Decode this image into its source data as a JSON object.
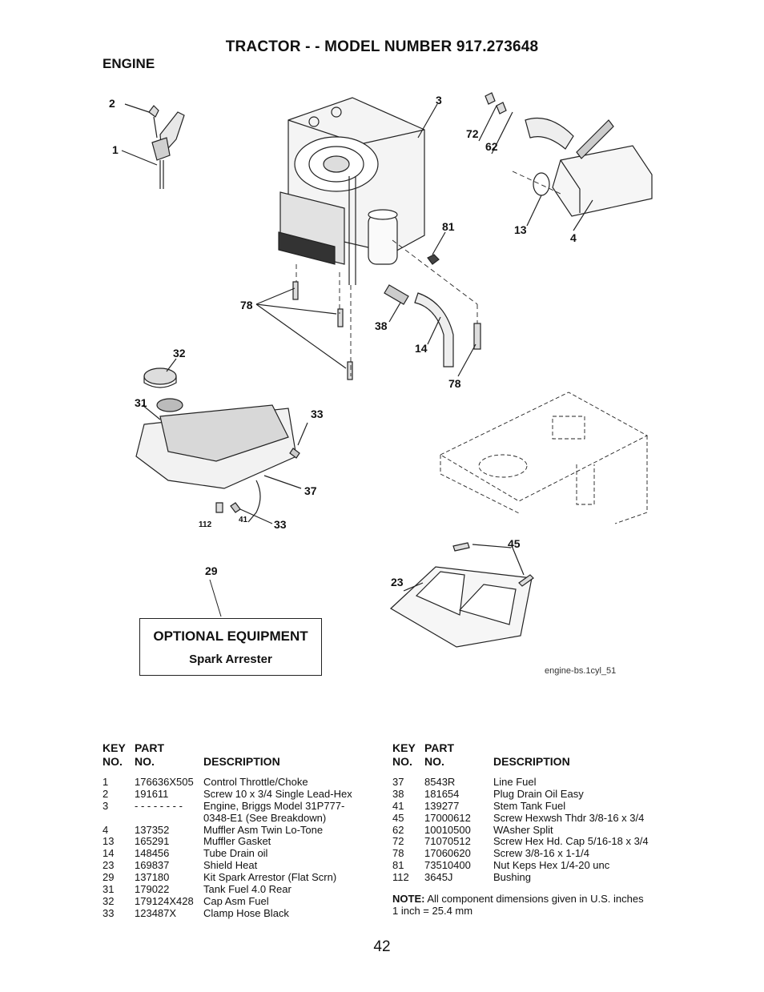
{
  "header": {
    "title": "TRACTOR - - MODEL NUMBER 917.273648",
    "section": "ENGINE"
  },
  "callouts": [
    {
      "id": "c1",
      "text": "1"
    },
    {
      "id": "c2",
      "text": "2"
    },
    {
      "id": "c3",
      "text": "3"
    },
    {
      "id": "c72",
      "text": "72"
    },
    {
      "id": "c62",
      "text": "62"
    },
    {
      "id": "c81",
      "text": "81"
    },
    {
      "id": "c13",
      "text": "13"
    },
    {
      "id": "c4",
      "text": "4"
    },
    {
      "id": "c78a",
      "text": "78"
    },
    {
      "id": "c38",
      "text": "38"
    },
    {
      "id": "c14",
      "text": "14"
    },
    {
      "id": "c78b",
      "text": "78"
    },
    {
      "id": "c32",
      "text": "32"
    },
    {
      "id": "c31",
      "text": "31"
    },
    {
      "id": "c33a",
      "text": "33"
    },
    {
      "id": "c37",
      "text": "37"
    },
    {
      "id": "c112",
      "text": "112"
    },
    {
      "id": "c41",
      "text": "41"
    },
    {
      "id": "c33b",
      "text": "33"
    },
    {
      "id": "c29",
      "text": "29"
    },
    {
      "id": "c45",
      "text": "45"
    },
    {
      "id": "c23",
      "text": "23"
    }
  ],
  "optional": {
    "title": "OPTIONAL EQUIPMENT",
    "item": "Spark Arrester"
  },
  "figure_id": "engine-bs.1cyl_51",
  "table_headers": {
    "key_line1": "KEY",
    "key_line2": "NO.",
    "part_line1": "PART",
    "part_line2": "NO.",
    "description": "DESCRIPTION"
  },
  "parts_left": [
    {
      "key": "1",
      "part": "176636X505",
      "desc": "Control Throttle/Choke"
    },
    {
      "key": "2",
      "part": "191611",
      "desc": "Screw 10 x 3/4 Single Lead-Hex"
    },
    {
      "key": "3",
      "part": "- - - - - - - -",
      "desc": "Engine, Briggs Model 31P777-"
    },
    {
      "key": "",
      "part": "",
      "desc": "0348-E1 (See Breakdown)"
    },
    {
      "key": "4",
      "part": "137352",
      "desc": "Muffler Asm Twin Lo-Tone"
    },
    {
      "key": "13",
      "part": "165291",
      "desc": "Muffler Gasket"
    },
    {
      "key": "14",
      "part": "148456",
      "desc": "Tube Drain oil"
    },
    {
      "key": "23",
      "part": "169837",
      "desc": "Shield Heat"
    },
    {
      "key": "29",
      "part": "137180",
      "desc": "Kit Spark Arrestor (Flat Scrn)"
    },
    {
      "key": "31",
      "part": "179022",
      "desc": "Tank Fuel 4.0 Rear"
    },
    {
      "key": "32",
      "part": "179124X428",
      "desc": "Cap Asm Fuel"
    },
    {
      "key": "33",
      "part": "123487X",
      "desc": "Clamp Hose Black"
    }
  ],
  "parts_right": [
    {
      "key": "37",
      "part": "8543R",
      "desc": "Line Fuel"
    },
    {
      "key": "38",
      "part": "181654",
      "desc": "Plug Drain Oil Easy"
    },
    {
      "key": "41",
      "part": "139277",
      "desc": "Stem Tank Fuel"
    },
    {
      "key": "45",
      "part": "17000612",
      "desc": "Screw Hexwsh Thdr 3/8-16 x 3/4"
    },
    {
      "key": "62",
      "part": "10010500",
      "desc": "WAsher Split"
    },
    {
      "key": "72",
      "part": "71070512",
      "desc": "Screw Hex Hd. Cap 5/16-18 x 3/4"
    },
    {
      "key": "78",
      "part": "17060620",
      "desc": "Screw 3/8-16 x 1-1/4"
    },
    {
      "key": "81",
      "part": "73510400",
      "desc": "Nut Keps Hex 1/4-20 unc"
    },
    {
      "key": "112",
      "part": "3645J",
      "desc": "Bushing"
    }
  ],
  "note": {
    "label": "NOTE:",
    "text": "All component dimensions given in U.S. inches 1 inch = 25.4 mm"
  },
  "page_number": "42"
}
